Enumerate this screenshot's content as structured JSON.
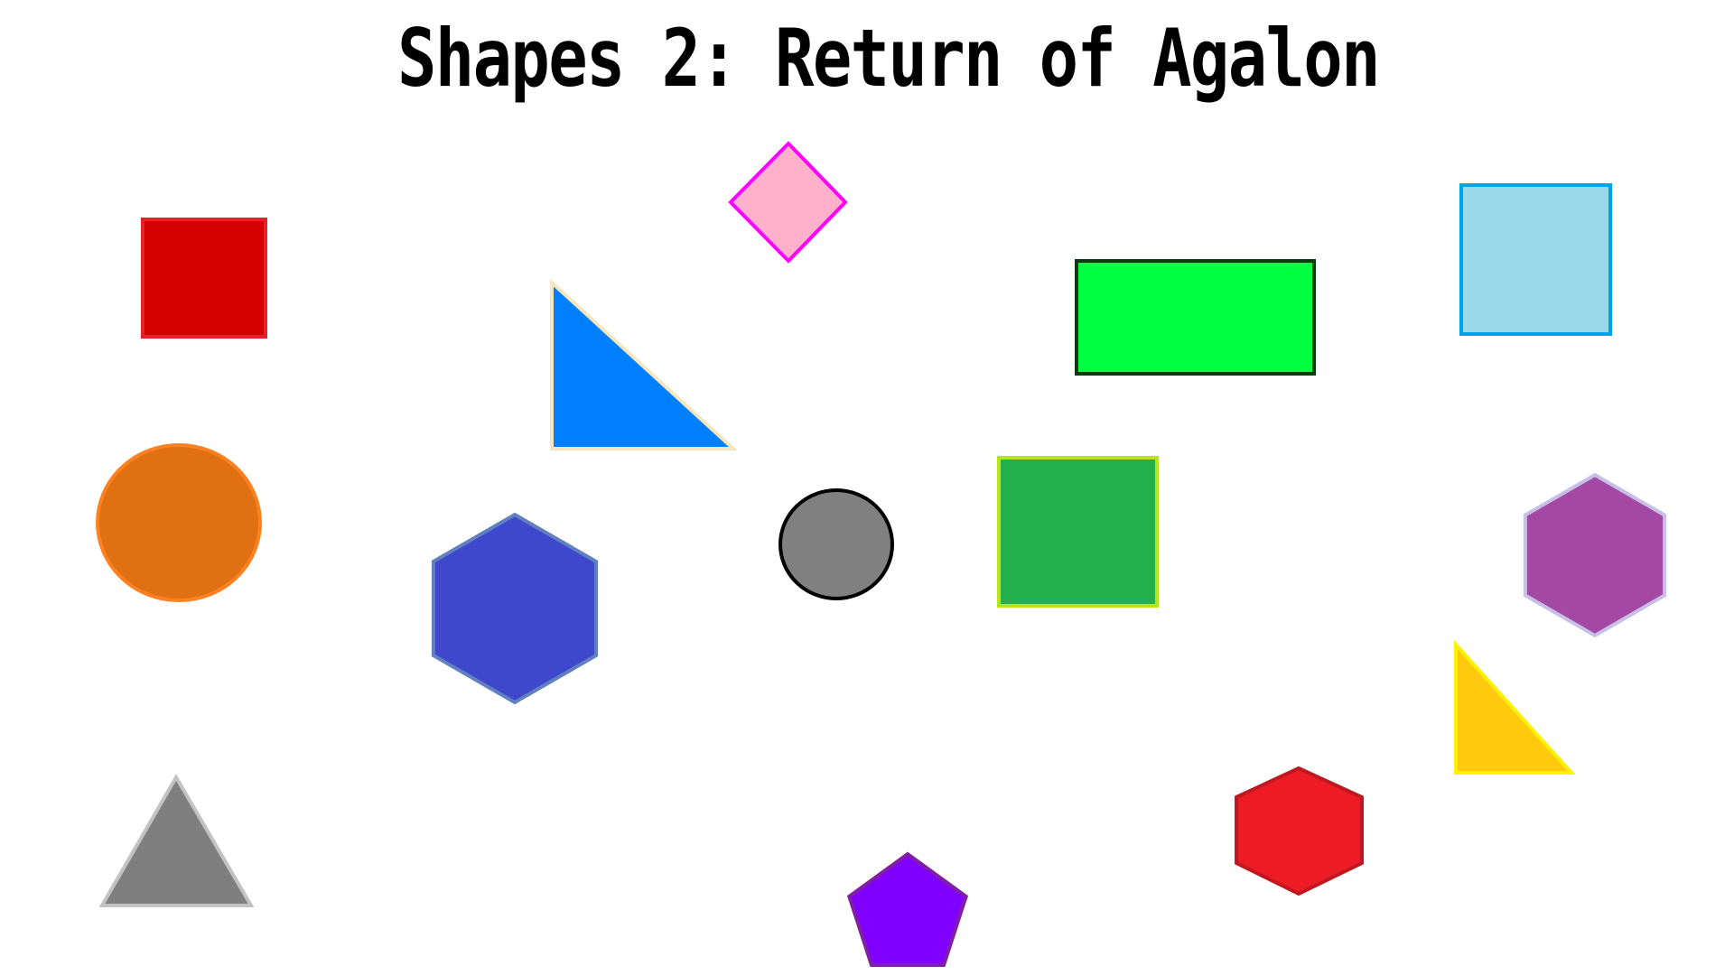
{
  "game": {
    "title": "Shapes 2: Return of Agalon"
  },
  "shapes": [
    {
      "id": "red-square",
      "type": "square",
      "fill": "#d40000",
      "stroke": "#e8202a"
    },
    {
      "id": "pink-diamond",
      "type": "diamond",
      "fill": "#ffb0cb",
      "stroke": "#ff00ff"
    },
    {
      "id": "blue-right-triangle",
      "type": "triangle",
      "fill": "#0080ff",
      "stroke": "#f5e6c0"
    },
    {
      "id": "green-rectangle",
      "type": "rectangle",
      "fill": "#00ff40",
      "stroke": "#0a3a10"
    },
    {
      "id": "light-blue-square",
      "type": "square",
      "fill": "#99d9ea",
      "stroke": "#00a2e8"
    },
    {
      "id": "orange-circle",
      "type": "circle",
      "fill": "#df7113",
      "stroke": "#ff8020"
    },
    {
      "id": "blue-hexagon",
      "type": "hexagon",
      "fill": "#3f48cc",
      "stroke": "#6080c0"
    },
    {
      "id": "gray-circle",
      "type": "circle",
      "fill": "#808080",
      "stroke": "#000000"
    },
    {
      "id": "dark-green-square",
      "type": "square",
      "fill": "#22b14c",
      "stroke": "#b5e61d"
    },
    {
      "id": "purple-hexagon",
      "type": "hexagon",
      "fill": "#a349a4",
      "stroke": "#c8bfe7"
    },
    {
      "id": "yellow-right-triangle",
      "type": "triangle",
      "fill": "#ffc90e",
      "stroke": "#fff200"
    },
    {
      "id": "red-hexagon",
      "type": "hexagon",
      "fill": "#ed1c24",
      "stroke": "#c01820"
    },
    {
      "id": "gray-triangle",
      "type": "triangle",
      "fill": "#7f7f7f",
      "stroke": "#c3c3c3"
    },
    {
      "id": "violet-pentagon",
      "type": "pentagon",
      "fill": "#8000ff",
      "stroke": "#8020a0"
    }
  ]
}
